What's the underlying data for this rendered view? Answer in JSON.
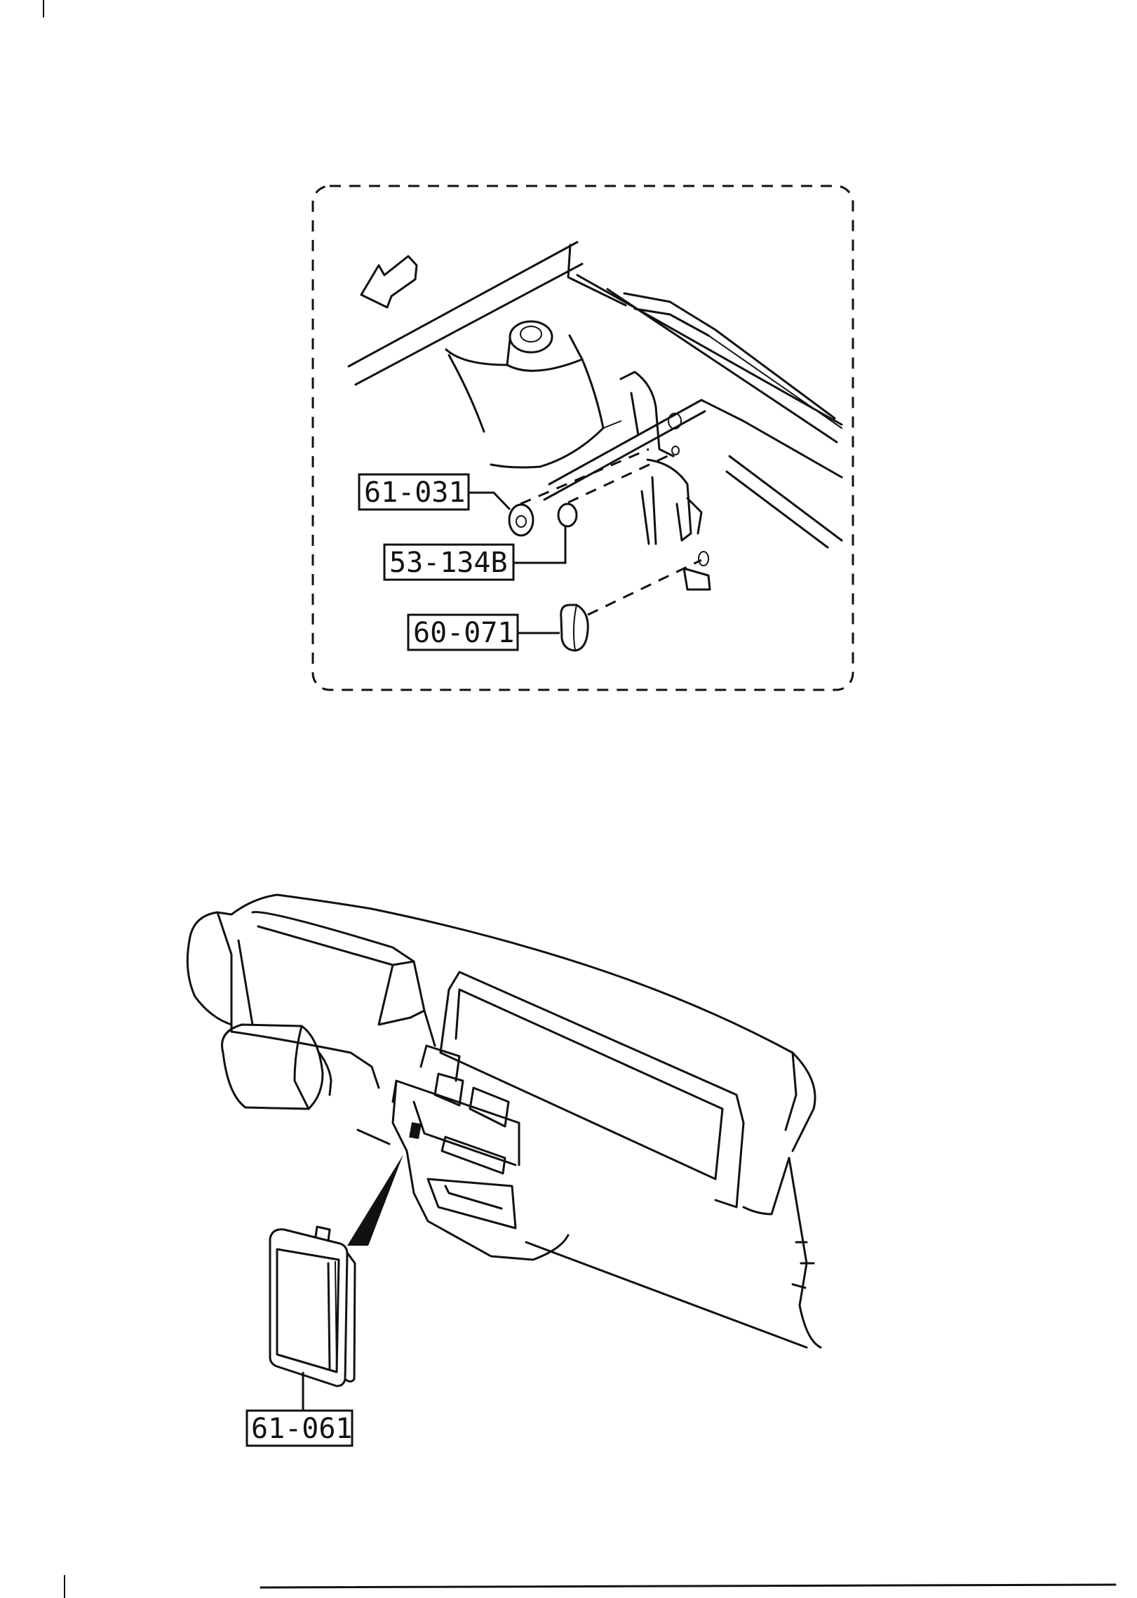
{
  "diagram": {
    "callouts": [
      {
        "id": "grommet",
        "part_number": "61-031"
      },
      {
        "id": "plug",
        "part_number": "53-134B"
      },
      {
        "id": "cover",
        "part_number": "60-071"
      },
      {
        "id": "panel-blank",
        "part_number": "61-061"
      }
    ],
    "icons": {
      "front_arrow": "front-direction-arrow-icon"
    },
    "colors": {
      "line": "#111111",
      "background": "#ffffff"
    }
  }
}
